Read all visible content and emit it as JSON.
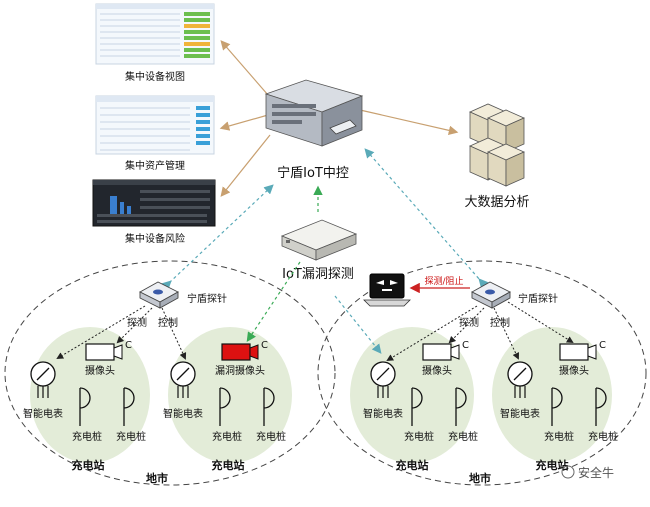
{
  "labels": {
    "device_view": "集中设备视图",
    "asset_mgmt": "集中资产管理",
    "device_risk": "集中设备风险",
    "iot_hub": "宁盾IoT中控",
    "big_data": "大数据分析",
    "iot_scanner": "IoT漏洞探测",
    "probe": "宁盾探针",
    "detect": "探测",
    "control": "控制",
    "probe_block": "探测/阻止",
    "smart_meter": "智能电表",
    "camera": "摄像头",
    "vuln_camera": "漏洞摄像头",
    "charger": "充电桩",
    "station": "充电站",
    "city": "地市",
    "camera_c": "C",
    "watermark": "安全牛"
  },
  "colors": {
    "teal_arrow": "#5aaab8",
    "tan_arrow": "#c8a070",
    "green_arrow": "#3aaa55",
    "red_arrow": "#cc2222",
    "station_fill": "#e3ecd8",
    "vuln_camera": "#dd1111",
    "dark_arrow": "#222222"
  }
}
